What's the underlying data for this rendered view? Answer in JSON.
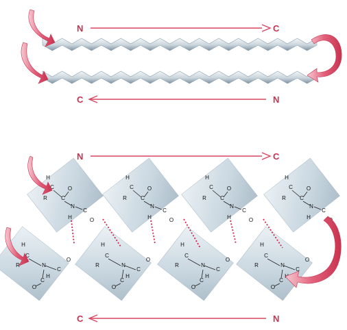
{
  "terminus_labels": {
    "top_start": "N",
    "top_end": "C",
    "bottom_start": "C",
    "bottom_end": "N"
  },
  "atoms": {
    "carbon": "C",
    "nitrogen": "N",
    "oxygen": "O",
    "hydrogen": "H",
    "side_chain": "R"
  },
  "colors": {
    "arrow_red": "#d8455f",
    "arrow_red_light": "#f3b7c3",
    "strand_light": "#dfe7ed",
    "strand_dark": "#8fa2b0",
    "block_fill": "#c6d5df",
    "hbond": "#d2234a"
  }
}
